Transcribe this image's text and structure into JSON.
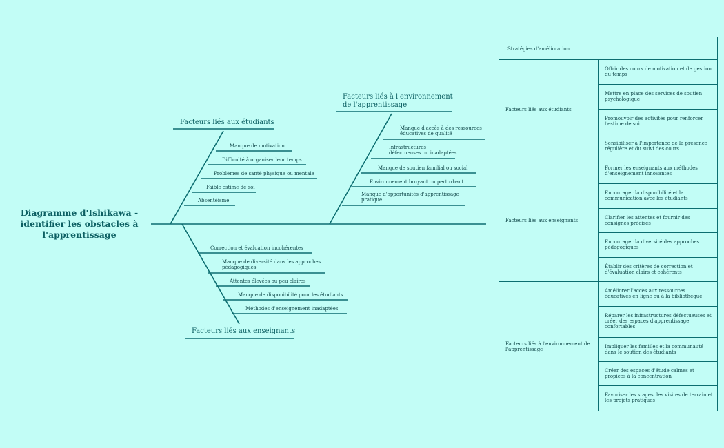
{
  "title": "Diagramme d'Ishikawa - identifier les obstacles à l'apprentissage",
  "categories": {
    "students": {
      "label": "Facteurs liés aux étudiants",
      "causes": [
        "Manque de motivation",
        "Difficulté à organiser leur temps",
        "Problèmes de santé physique ou mentale",
        "Faible estime de soi",
        "Absentéisme"
      ]
    },
    "environment": {
      "label": "Facteurs liés à l'environnement de l'apprentissage",
      "causes": [
        "Manque d'accès à des ressources éducatives de qualité",
        "Infrastructures défectueuses ou inadaptées",
        "Manque de soutien familial ou social",
        "Environnement bruyant ou perturbant",
        "Manque d'opportunités d'apprentissage pratique"
      ]
    },
    "teachers": {
      "label": "Facteurs liés aux enseignants",
      "causes": [
        "Correction et évaluation incohérentes",
        "Manque de diversité dans les approches pédagogiques",
        "Attentes élevées ou peu claires",
        "Manque de disponibilité pour les étudiants",
        "Méthodes d'enseignement inadaptées"
      ]
    }
  },
  "strategies": {
    "header": "Stratégies d'amélioration",
    "groups": [
      {
        "label": "Facteurs liés aux étudiants",
        "items": [
          "Offrir des cours de motivation et de gestion du temps",
          "Mettre en place des services de soutien psychologique",
          "Promouvoir des activités pour renforcer l'estime de soi",
          "Sensibiliser à l'importance de la présence régulière et du suivi des cours"
        ]
      },
      {
        "label": "Facteurs liés aux enseignants",
        "items": [
          "Former les enseignants aux méthodes d'enseignement innovantes",
          "Encourager la disponibilité et la communication avec les étudiants",
          "Clarifier les attentes et fournir des consignes précises",
          "Encourager la diversité des approches pédagogiques",
          "Établir des critères de correction et d'évaluation clairs et cohérents"
        ]
      },
      {
        "label": "Facteurs liés à l'environnement de l'apprentissage",
        "items": [
          "Améliorer l'accès aux ressources éducatives en ligne ou à la bibliothèque",
          "Réparer les infrastructures défectueuses et créer des espaces d'apprentissage confortables",
          "Impliquer les familles et la communauté dans le soutien des étudiants",
          "Créer des espaces d'étude calmes et propices à la concentration",
          "Favoriser les stages, les visites de terrain et les projets pratiques"
        ]
      }
    ]
  },
  "colors": {
    "background": "#c2fdf6",
    "line": "#0c6d70",
    "text": "#0c5f62"
  }
}
